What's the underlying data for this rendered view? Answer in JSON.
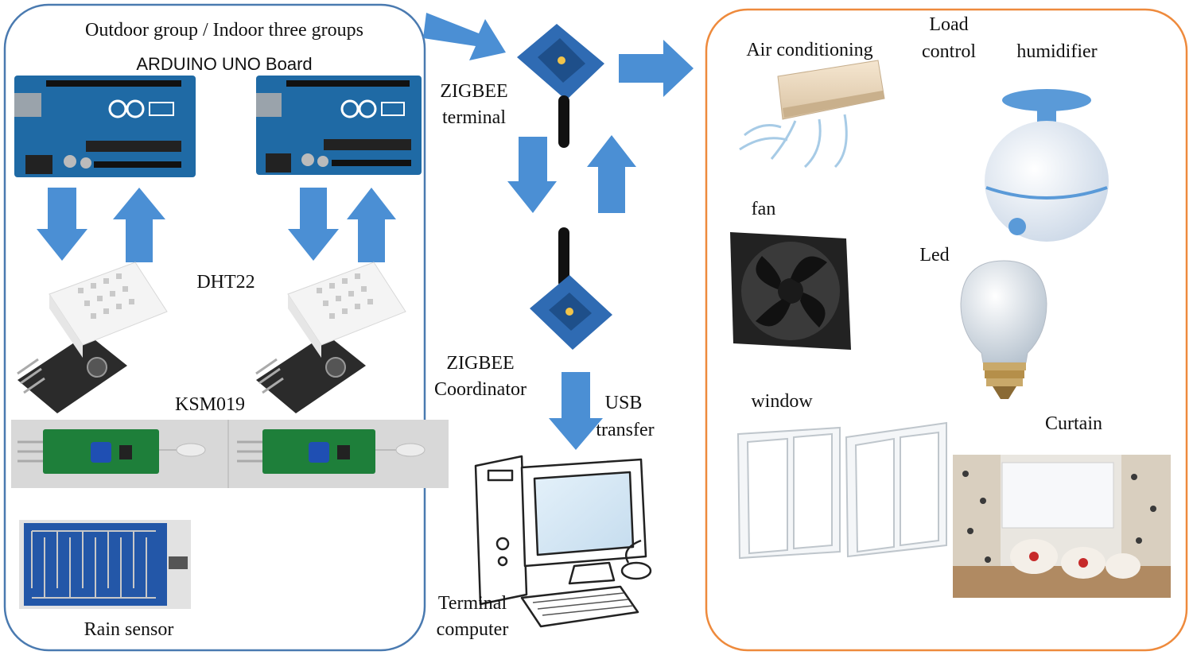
{
  "left_group": {
    "title": "Outdoor group / Indoor three groups",
    "board_label": "ARDUINO UNO Board",
    "dht_label": "DHT22",
    "ksm_label": "KSM019",
    "rain_label": "Rain sensor",
    "box_color": "#4a7ab0"
  },
  "zigbee": {
    "terminal_line1": "ZIGBEE",
    "terminal_line2": "terminal",
    "coordinator_line1": "ZIGBEE",
    "coordinator_line2": "Coordinator",
    "usb_line1": "USB",
    "usb_line2": "transfer"
  },
  "computer": {
    "line1": "Terminal",
    "line2": "computer"
  },
  "loads": {
    "box_color": "#ee8a3c",
    "control_line1": "Load",
    "control_line2": "control",
    "air_conditioning": "Air conditioning",
    "humidifier": "humidifier",
    "fan": "fan",
    "led": "Led",
    "window": "window",
    "curtain": "Curtain"
  },
  "colors": {
    "arrow": "#4b8fd4",
    "board": "#1f6aa5",
    "pcb_green": "#1e7f3a",
    "xbee": "#2f6bb3"
  }
}
